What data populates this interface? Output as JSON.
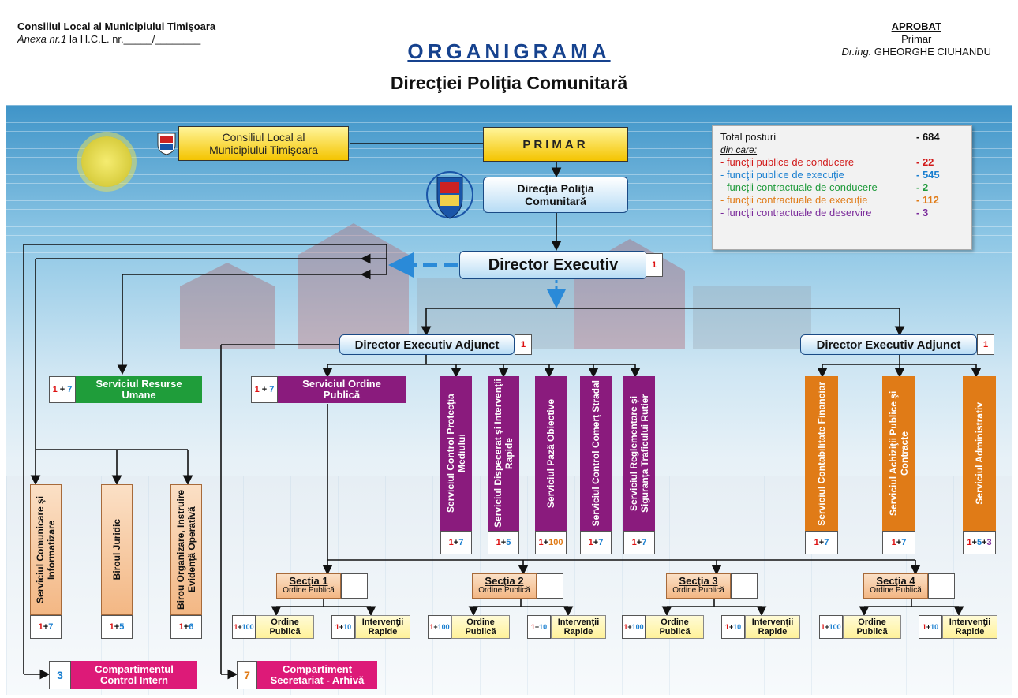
{
  "header": {
    "left_line1": "Consiliul Local al Municipiului Timişoara",
    "left_line2_italic": "Anexa nr.1",
    "left_line2_rest": " la H.C.L. nr._____/________",
    "right_approved": "APROBAT",
    "right_role": "Primar",
    "right_name_italic": "Dr.ing.",
    "right_name": " GHEORGHE CIUHANDU",
    "title": "ORGANIGRAMA",
    "subtitle": "Direcţiei Poliţia Comunitară"
  },
  "nodes": {
    "consiliul": "Consiliul Local al Municipiului Timişoara",
    "primar": "PRIMAR",
    "directia": "Direcţia Poliţia Comunitară",
    "director_executiv": "Director Executiv",
    "director_executiv_num": "1",
    "adjunct_left": "Director Executiv Adjunct",
    "adjunct_left_num": "1",
    "adjunct_right": "Director Executiv Adjunct",
    "adjunct_right_num": "1",
    "resurse_umane": "Serviciul Resurse Umane",
    "resurse_umane_num_a": "1",
    "resurse_umane_num_b": "7",
    "ordine_publica": "Serviciul Ordine Publică",
    "ordine_publica_num_a": "1",
    "ordine_publica_num_b": "7",
    "control_intern": "Compartimentul Control Intern",
    "control_intern_num": "3",
    "secretariat": "Compartiment Secretariat - Arhivă",
    "secretariat_num": "7"
  },
  "vertical_services": [
    {
      "label": "Serviciul Control Protecţia Mediului",
      "a": "1",
      "b": "7"
    },
    {
      "label": "Serviciul Dispecerat şi Intervenţii Rapide",
      "a": "1",
      "b": "5"
    },
    {
      "label": "Serviciul Pază Obiective",
      "a": "1",
      "b": "100"
    },
    {
      "label": "Serviciul Control Comerţ Stradal",
      "a": "1",
      "b": "7"
    },
    {
      "label": "Serviciul Reglementare şi Siguranţa Traficului Rutier",
      "a": "1",
      "b": "7"
    }
  ],
  "right_services": [
    {
      "label": "Serviciul Contabilitate Financiar",
      "a": "1",
      "b": "7",
      "c": ""
    },
    {
      "label": "Serviciul Achiziţii Publice şi Contracte",
      "a": "1",
      "b": "7",
      "c": ""
    },
    {
      "label": "Serviciul Administrativ",
      "a": "1",
      "b": "5",
      "c": "3"
    }
  ],
  "left_offices": [
    {
      "label": "Serviciul Comunicare şi Informatizare",
      "a": "1",
      "b": "7"
    },
    {
      "label": "Biroul Juridic",
      "a": "1",
      "b": "5"
    },
    {
      "label": "Birou Organizare, Instruire Evidenţă Operativă",
      "a": "1",
      "b": "6"
    }
  ],
  "sectii": [
    {
      "title": "Secţia 1",
      "sub": "Ordine Publică"
    },
    {
      "title": "Secţia 2",
      "sub": "Ordine Publică"
    },
    {
      "title": "Secţia 3",
      "sub": "Ordine Publică"
    },
    {
      "title": "Secţia 4",
      "sub": "Ordine Publică"
    }
  ],
  "sectie_units": {
    "op_label": "Ordine Publică",
    "op_a": "1",
    "op_b": "100",
    "ir_label": "Intervenţii Rapide",
    "ir_a": "1",
    "ir_b": "10"
  },
  "legend": {
    "total_label": "Total posturi",
    "total_value": "- 684",
    "din_care": "din care",
    "rows": [
      {
        "label": "- funcţii publice de conducere",
        "value": "- 22",
        "color": "#d11a1a"
      },
      {
        "label": "- funcţii publice de execuţie",
        "value": "- 545",
        "color": "#1a7fd0"
      },
      {
        "label": "- funcţii contractuale de conducere",
        "value": "- 2",
        "color": "#1e9a3a"
      },
      {
        "label": "- funcţii contractuale de execuţie",
        "value": "- 112",
        "color": "#e07b17"
      },
      {
        "label": "- funcţii contractuale de deservire",
        "value": "- 3",
        "color": "#7a2a9a"
      }
    ]
  }
}
